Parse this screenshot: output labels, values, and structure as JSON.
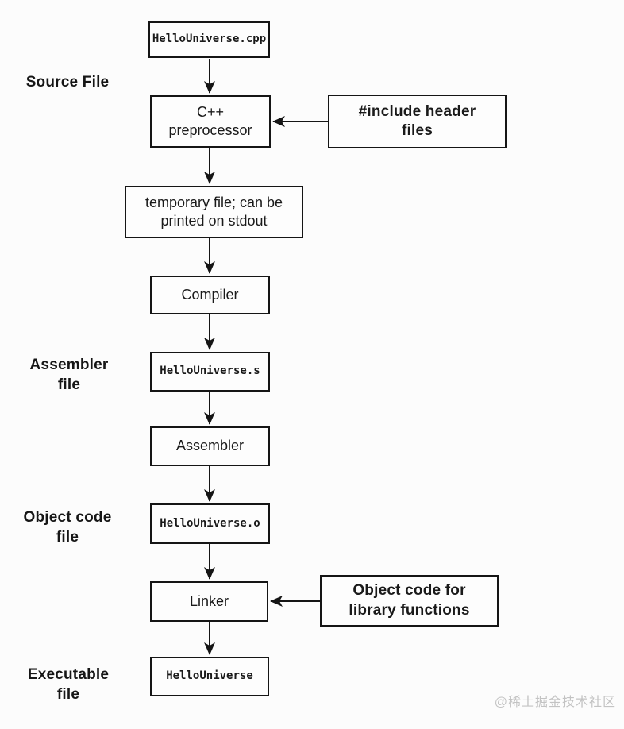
{
  "flowchart": {
    "stage_labels": {
      "source": "Source File",
      "assembler": "Assembler\nfile",
      "object_code": "Object code\nfile",
      "executable": "Executable\nfile"
    },
    "nodes": {
      "source_file": "HelloUniverse.cpp",
      "preprocessor": "C++\npreprocessor",
      "include_headers": "#include header\nfiles",
      "temp_file": "temporary file; can be\nprinted on stdout",
      "compiler": "Compiler",
      "assembly_file": "HelloUniverse.s",
      "assembler": "Assembler",
      "object_file": "HelloUniverse.o",
      "linker": "Linker",
      "library_objects": "Object code for\nlibrary functions",
      "executable_file": "HelloUniverse"
    },
    "watermark": "@稀土掘金技术社区",
    "colors": {
      "line": "#151515",
      "box_border": "#151515",
      "box_fill": "#fdfdfd",
      "background": "#fcfcfc",
      "watermark": "#c3c3c3"
    }
  }
}
